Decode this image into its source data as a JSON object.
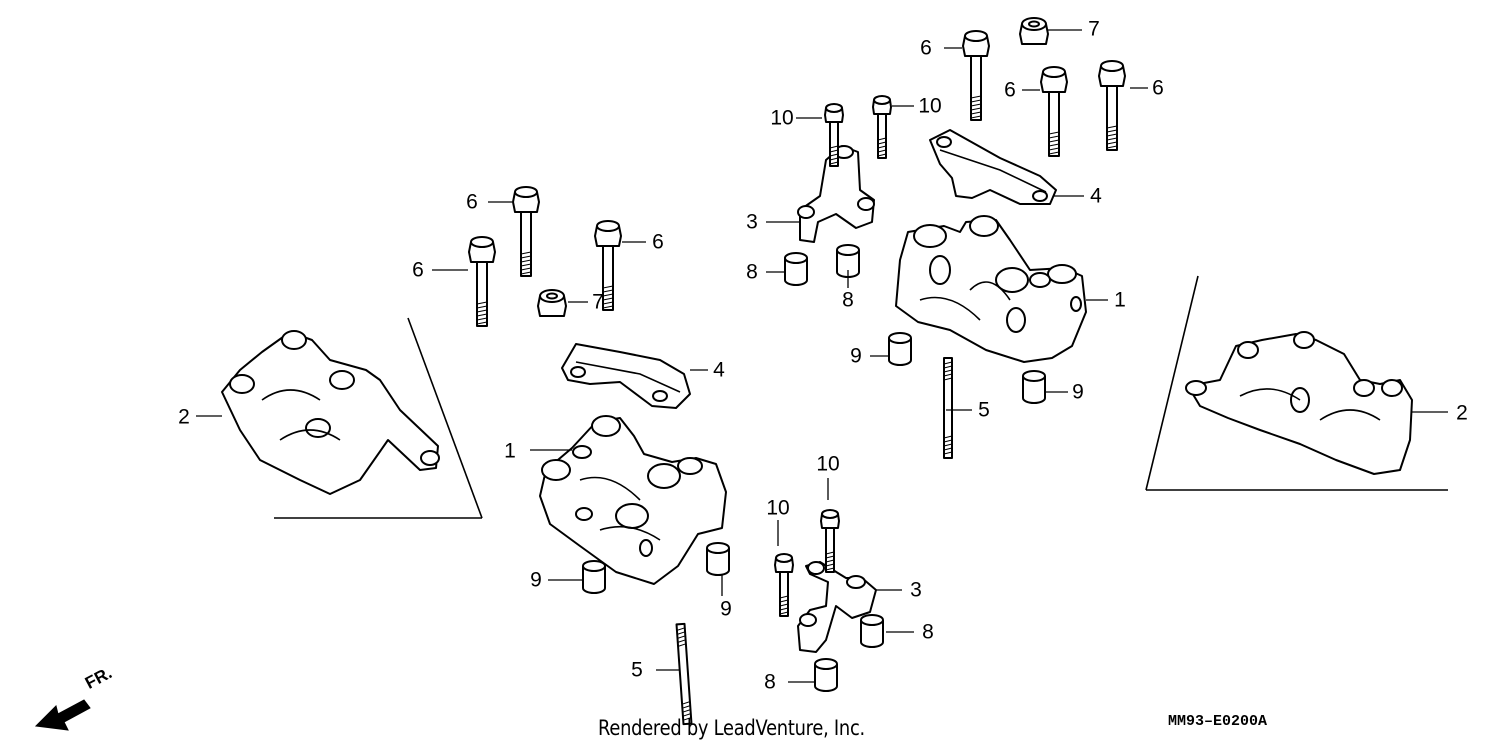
{
  "callouts": [
    {
      "id": "c-1a",
      "text": "1"
    },
    {
      "id": "c-1b",
      "text": "1"
    },
    {
      "id": "c-2a",
      "text": "2"
    },
    {
      "id": "c-2b",
      "text": "2"
    },
    {
      "id": "c-3a",
      "text": "3"
    },
    {
      "id": "c-3b",
      "text": "3"
    },
    {
      "id": "c-4a",
      "text": "4"
    },
    {
      "id": "c-4b",
      "text": "4"
    },
    {
      "id": "c-5a",
      "text": "5"
    },
    {
      "id": "c-5b",
      "text": "5"
    },
    {
      "id": "c-6a",
      "text": "6"
    },
    {
      "id": "c-6b",
      "text": "6"
    },
    {
      "id": "c-6c",
      "text": "6"
    },
    {
      "id": "c-6d",
      "text": "6"
    },
    {
      "id": "c-6e",
      "text": "6"
    },
    {
      "id": "c-6f",
      "text": "6"
    },
    {
      "id": "c-7a",
      "text": "7"
    },
    {
      "id": "c-7b",
      "text": "7"
    },
    {
      "id": "c-8a",
      "text": "8"
    },
    {
      "id": "c-8b",
      "text": "8"
    },
    {
      "id": "c-8c",
      "text": "8"
    },
    {
      "id": "c-8d",
      "text": "8"
    },
    {
      "id": "c-9a",
      "text": "9"
    },
    {
      "id": "c-9b",
      "text": "9"
    },
    {
      "id": "c-9c",
      "text": "9"
    },
    {
      "id": "c-9d",
      "text": "9"
    },
    {
      "id": "c-10a",
      "text": "10"
    },
    {
      "id": "c-10b",
      "text": "10"
    },
    {
      "id": "c-10c",
      "text": "10"
    },
    {
      "id": "c-10d",
      "text": "10"
    }
  ],
  "caption": "Rendered by LeadVenture, Inc.",
  "diagram_code": "MM93–E0200A",
  "direction_label": "FR.",
  "icons": {
    "direction": "front-arrow-icon"
  }
}
